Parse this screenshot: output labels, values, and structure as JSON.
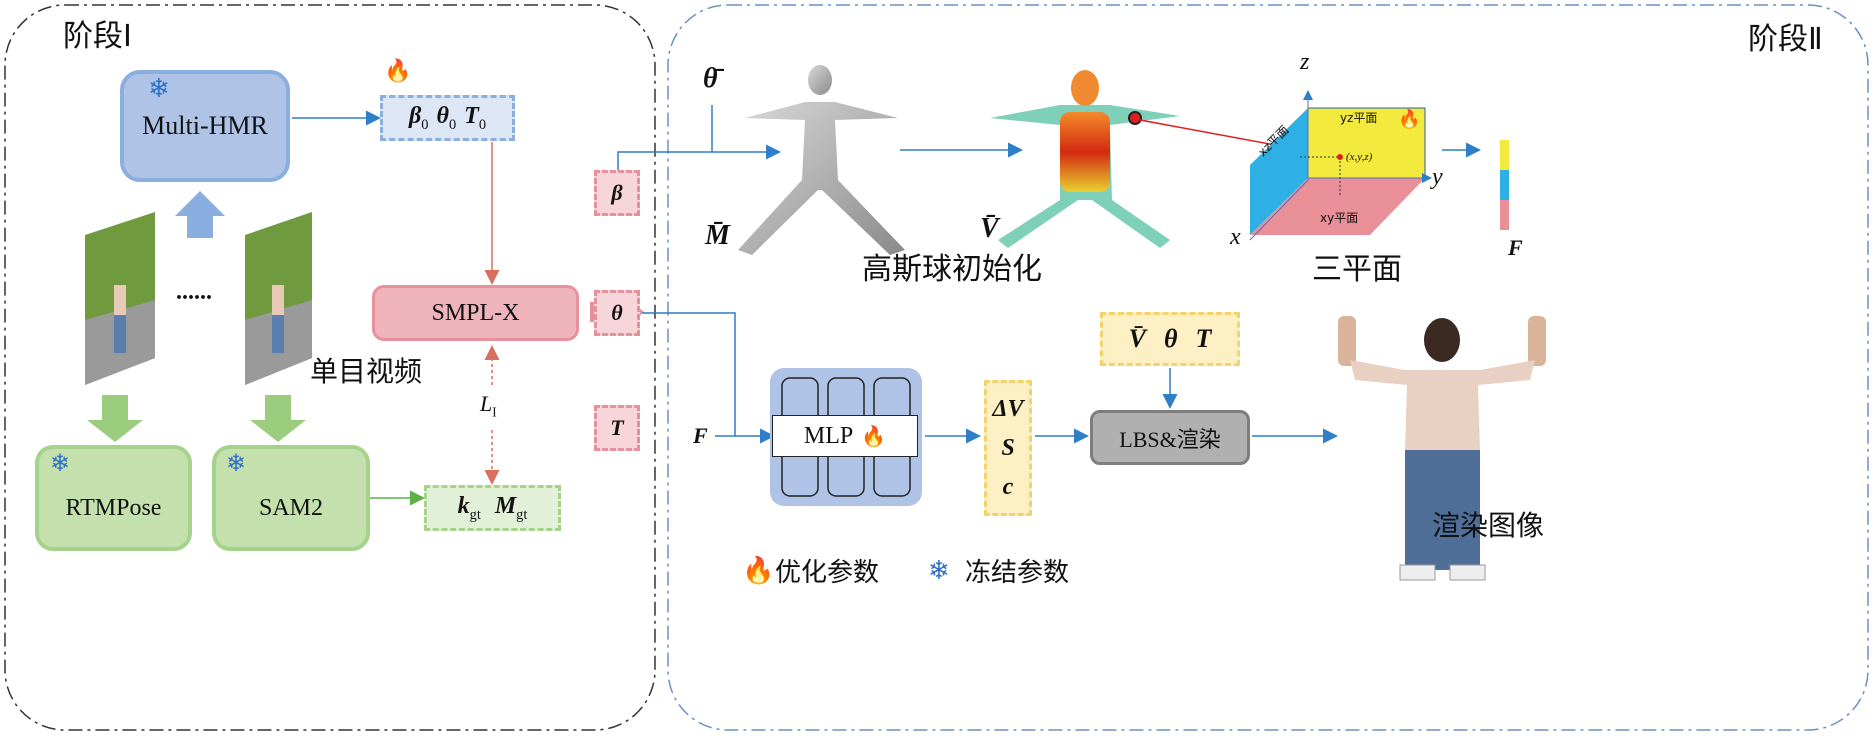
{
  "stage1": {
    "title": "阶段Ⅰ",
    "multi_hmr": "Multi-HMR",
    "init_params": {
      "beta": "β",
      "theta": "θ",
      "T": "T",
      "sub": "0"
    },
    "video_dots": "......",
    "video_label": "单目视频",
    "rtmpose": "RTMPose",
    "sam2": "SAM2",
    "gt": {
      "k": "k",
      "M": "M",
      "sub": "gt"
    },
    "smplx": "SMPL-X",
    "loss": {
      "L": "L",
      "sub": "I"
    }
  },
  "params": {
    "beta": "β",
    "theta": "θ",
    "T": "T"
  },
  "stage2": {
    "title": "阶段Ⅱ",
    "theta_bar": "θ̄",
    "M_bar": "M̄",
    "V_bar": "V̄",
    "gaussian_init": "高斯球初始化",
    "triplane_label": "三平面",
    "triplane": {
      "z": "z",
      "y": "y",
      "x": "x",
      "xz": "xz平面",
      "yz": "yz平面",
      "xy": "xy平面",
      "point": "(x,y,z)"
    },
    "F": "F",
    "F_in": "F",
    "mlp": "MLP",
    "outputs": {
      "dV": "ΔV",
      "S": "S",
      "c": "c"
    },
    "lbs_inputs": {
      "V": "V̄",
      "theta": "θ",
      "T": "T"
    },
    "lbs": "LBS&渲染",
    "render_label": "渲染图像"
  },
  "legend": {
    "optimized": "优化参数",
    "frozen": "冻结参数"
  },
  "colors": {
    "blue_box": "#aec3e6",
    "green_box": "#c3e0ad",
    "pink_box": "#eeb3bb",
    "yellow_dashed": "#fdf0c4",
    "fire": "#e04a55",
    "snow": "#2f6fc4",
    "arrow_blue": "#2e7fc8",
    "arrow_red": "#d9705f"
  }
}
